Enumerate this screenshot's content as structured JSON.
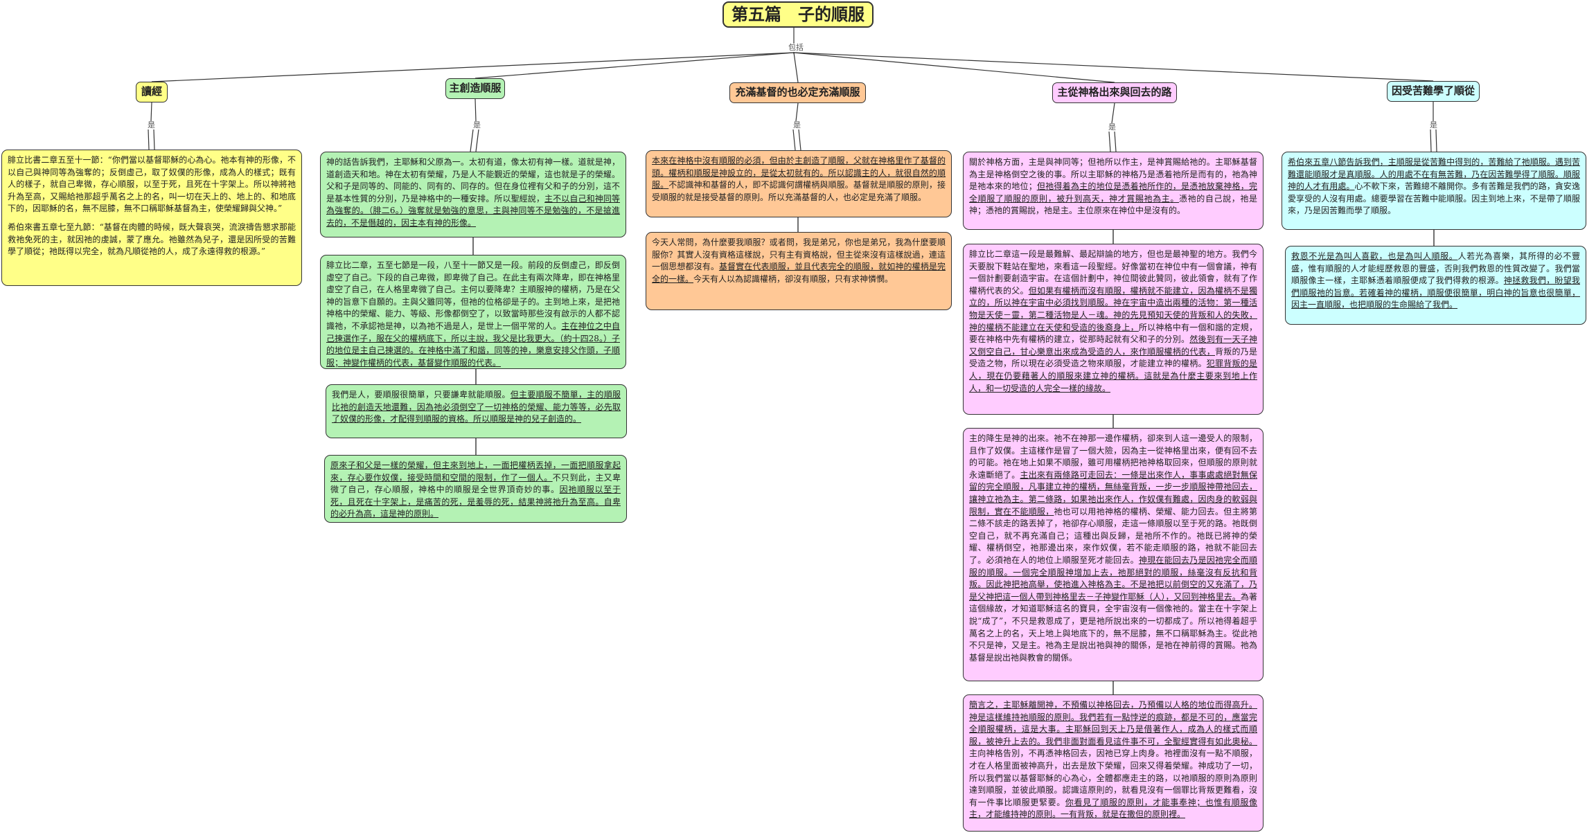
{
  "root": {
    "title": "第五篇　子的順服"
  },
  "edge_labels": {
    "includes": "包括",
    "is": "是"
  },
  "branches": [
    {
      "title": "讀經",
      "color": "#ffff88",
      "notes": [
        {
          "paragraphs": [
            [
              {
                "t": "腓立比書二章五至十一節：“你們當以基督耶穌的心為心。祂本有神的形像，不以自己與神同等為強奪的；反倒虛己，取了奴僕的形像，成為人的樣式；既有人的樣子，就自己卑微，存心順服，以至于死，且死在十字架上。所以神將祂升為至高，又賜給祂那超乎萬名之上的名，叫一切在天上的、地上的、和地底下的，因耶穌的名，無不屈膝，無不口稱耶穌基督為主，使榮耀歸與父神。”",
                "u": false
              }
            ],
            [
              {
                "t": "希伯來書五章七至九節：“基督在肉體的時候，既大聲哀哭，流淚禱告懇求那能救祂免死的主，就因祂的虔誠，蒙了應允。祂雖然為兒子，還是因所受的苦難學了順從；祂既得以完全，就為凡順從祂的人，成了永遠得救的根源。”",
                "u": false
              }
            ]
          ]
        }
      ]
    },
    {
      "title": "主創造順服",
      "color": "#b4f2b4",
      "notes": [
        {
          "paragraphs": [
            [
              {
                "t": "神的話告訴我們，主耶穌和父原為一。太初有道，像太初有神一樣。道就是神，道創造天和地。神在太初有榮耀，乃是人不能覲近的榮耀，這也就是子的榮耀。父和子是同等的、同能的、同有的、同存的。但在身位裡有父和子的分別，這不是基本性質的分別，乃是神格中的一種安排。所以聖經說，",
                "u": false
              },
              {
                "t": "主不以自己和神同等為強奪的。（腓二6。）強奪就是勉強的意思，主與神同等不是勉強的，不是搶進去的，不是僭越的，因主本有神的形像。",
                "u": true
              }
            ]
          ]
        },
        {
          "paragraphs": [
            [
              {
                "t": "腓立比二章，五至七節是一段，八至十一節又是一段。前段的反倒虛己，即反倒虛空了自己。下段的自己卑微，即卑微了自己。在此主有兩次降卑，即在神格里虛空了自己，在人格里卑微了自己。主何以要降卑？主順服神的權柄，乃是在父神的旨意下自願的。主與父雖同等，但祂的位格卻是子的。主到地上來，是把祂神格中的榮耀、能力、等級、形像都倒空了，以致當時那些沒有啟示的人都不認識祂，不承認祂是神，以為祂不過是人，是世上一個平常的人。",
                "u": false
              },
              {
                "t": "主在神位之中自己揀選作子，服在父的權柄底下，所以主說，我父是比我更大。（約十四28。）子的地位是主自己揀選的。在神格中滿了和諧，同等的神，樂意安排父作頭，子順服；神變作權柄的代表，基督變作順服的代表。",
                "u": true
              }
            ]
          ]
        },
        {
          "paragraphs": [
            [
              {
                "t": "我們是人，要順服很簡單，只要謙卑就能順服。",
                "u": false
              },
              {
                "t": "但主要順服不簡單，主的順服比祂的創造天地還難，因為祂必須倒空了一切神格的榮耀、能力等等，必先取了奴僕的形像，才配得到順服的資格。所以順服是神的兒子創造的。",
                "u": true
              }
            ]
          ]
        },
        {
          "paragraphs": [
            [
              {
                "t": "原來子和父是一樣的榮耀，但主來到地上，一面把權柄丟掉，一面把順服拿起來，存心要作奴僕，接受時間和空間的限制，作了一個人。",
                "u": true
              },
              {
                "t": "不只到此，主又卑微了自己，存心順服，神格中的順服是全世界頂奇妙的事。",
                "u": false
              },
              {
                "t": "因祂順服以至于死，且死在十字架上，是痛苦的死，是羞辱的死，結果神將祂升為至高。自卑的必升為高，這是神的原則。",
                "u": true
              }
            ]
          ]
        }
      ]
    },
    {
      "title": "充滿基督的也必定充滿順服",
      "color": "#ffc896",
      "notes": [
        {
          "paragraphs": [
            [
              {
                "t": "本來在神格中沒有順服的必須，但由於主創造了順服，父就在神格里作了基督的頭。權柄和順服是神設立的，是從太初就有的。所以認識主的人，就很自然的順服。",
                "u": true
              },
              {
                "t": "不認識神和基督的人，即不認識何謂權柄與順服。基督就是順服的原則，接受順服的就是接受基督的原則。所以充滿基督的人，也必定是充滿了順服。",
                "u": false
              }
            ]
          ]
        },
        {
          "paragraphs": [
            [
              {
                "t": "今天人常問，為什麼要我順服？或者問，我是弟兄，你也是弟兄，我為什麼要順服你？其實人沒有資格這樣說，只有主有資格說，但主從來沒有這樣說過，連這一個思想都沒有。",
                "u": false
              },
              {
                "t": "基督實在代表順服，並且代表完全的順服，就如神的權柄是完全的一樣。",
                "u": true
              },
              {
                "t": "今天有人以為認識權柄，卻沒有順服，只有求神憐憫。",
                "u": false
              }
            ]
          ]
        }
      ]
    },
    {
      "title": "主從神格出來與回去的路",
      "color": "#ffccff",
      "notes": [
        {
          "paragraphs": [
            [
              {
                "t": "關於神格方面，主是與神同等；但祂所以作主，是神賞賜給祂的。主耶穌基督為主是神格倒空之後的事。所以主耶穌的神格乃是憑着祂所是而有的，祂為神是祂本來的地位；",
                "u": false
              },
              {
                "t": "但祂得着為主的地位是憑着祂所作的，是憑祂放棄神格，完全順服了順服的原則，被升到高天，神才賞賜祂為主。",
                "u": true
              },
              {
                "t": "憑祂的自己說，祂是神；憑祂的賞賜說，祂是主。主位原來在神位中是沒有的。",
                "u": false
              }
            ]
          ]
        },
        {
          "paragraphs": [
            [
              {
                "t": "腓立比二章這一段是最難解、最起辯論的地方，但也是最神聖的地方。我們今天要脫下鞋站在聖地，來看這一段聖經。好像當初在神位中有一個會議，神有一個計劃要創造宇宙。在這個計劃中，神位間彼此贊同，彼此領會，就有了作權柄代表的父。",
                "u": false
              },
              {
                "t": "但如果有權柄而沒有順服，權柄就不能建立，因為權柄不是獨立的，所以神在宇宙中必須找到順服。神在宇宙中造出兩種的活物：第一種活物是天使－靈，第二種活物是人－魂。神的先見預知天使的背叛和人的失敗，神的權柄不能建立在天使和受造的後裔身上，",
                "u": true
              },
              {
                "t": "所以神格中有一個和諧的定規，要在神格中先有權柄的建立，從那時起就有父和子的分別。",
                "u": false
              },
              {
                "t": "然後到有一天子神又倒空自己，甘心樂意出來成為受造的人，來作順服權柄的代表，",
                "u": true
              },
              {
                "t": "背叛的乃是受造之物，所以現在必須受造之物來順服，才能建立神的權柄。",
                "u": false
              },
              {
                "t": "犯罪背叛的是人，現在仍要藉著人的順服來建立神的權柄。這就是為什麼主要來到地上作人，和一切受造的人完全一樣的緣故。",
                "u": true
              }
            ]
          ]
        },
        {
          "paragraphs": [
            [
              {
                "t": "主的降生是神的出來。祂不在神那一邊作權柄，卻來到人這一邊受人的限制，且作了奴僕。主這樣作是冒了一個大險，因為主一從神格里出來，便有回不去的可能。祂在地上如果不順服，雖可用權柄把祂神格取回來，但順服的原則就永遠斷絕了。",
                "u": false
              },
              {
                "t": "主出來有兩條路可走回去：一條是出來作人，事事處處絕對無保留的完全順服，凡事建立神的權柄，無絲毫背叛，一步一步順服神帶祂回去，讓神立祂為主。第二條路，如果祂出來作人，作奴僕有難處，因肉身的軟弱與限制，實在不能順服，",
                "u": true
              },
              {
                "t": "祂也可以用祂神格的權柄、榮耀、能力回去。但主將第二條不該走的路丟掉了，祂卻存心順服，走這一條順服以至于死的路。祂既倒空自己，就不再充滿自己；這種出與反歸，是祂所不作的。祂既已將神的榮耀、權柄倒空，祂那邊出來，來作奴僕，若不能走順服的路，祂就不能回去了。必須祂在人的地位上順服至死才能回去。",
                "u": false
              },
              {
                "t": "神現在能回去乃是因祂完全而順服的順服。一個完全順服神增加上去，祂那絕對的順服，絲毫沒有反抗和背叛。因此神把祂高舉，使祂進入神格為主。不是祂把以前倒空的又充滿了，乃是父神把這一個人帶到神格里去－子神變作耶穌（人），又回到神格里去。",
                "u": true
              },
              {
                "t": "為著這個緣故，才知道耶穌這名的寶貝，全宇宙沒有一個像祂的。當主在十字架上說“成了”，不只是救恩成了，更是祂所說出來的一切都成了。所以祂得着超乎萬名之上的名，天上地上與地底下的，無不屈膝，無不口稱耶穌為主。從此祂不只是神，又是主。祂為主是說出祂與神的關係，是祂在神前得的賞賜。祂為基督是說出祂與教會的關係。",
                "u": false
              }
            ]
          ]
        },
        {
          "paragraphs": [
            [
              {
                "t": "簡言之，主耶穌離開神，不預備以神格回去，乃預備以人格的地位而得高升。神是這樣維持祂順服的原則。我們若有一點悖逆的痕跡，都是不可的，應當完全順服權柄，這是大事。主耶穌回到天上乃是借著作人，成為人的樣式而順服，被神升上去的。我們非面對面看見這件事不可，全聖經實得有如此奧秘。",
                "u": true
              },
              {
                "t": "主向神格告別，不再憑神格回去，因祂已穿上肉身。祂裡面沒有一點不順服，才在人格里面被神高升，出去是放下榮耀，回來又得着榮耀。神成功了一切，所以我們當以基督耶穌的心為心，全體都應走主的路，以祂順服的原則為原則達到順服，並彼此順服。認識這原則的，就看見沒有一個罪比背叛更難看，沒有一件事比順服更緊要。",
                "u": false
              },
              {
                "t": "你看見了順服的原則，才能事奉神；也惟有順服像主，才能維持神的原則。一有背叛，就是在撒但的原則裡。",
                "u": true
              }
            ]
          ]
        }
      ]
    },
    {
      "title": "因受苦難學了順從",
      "color": "#ccffff",
      "notes": [
        {
          "paragraphs": [
            [
              {
                "t": "希伯來五章八節告訴我們，主順服是從苦難中得到的，苦難給了祂順服。遇到苦難還能順服才是真順服。人的用處不在有無苦難，乃在因苦難學得了順服。順服神的人才有用處。",
                "u": true
              },
              {
                "t": "心不軟下來，苦難總不離開你。多有苦難是我們的路，貪安逸愛享受的人沒有用處。總要學習在苦難中能順服。因主到地上來，不是帶了順服來，乃是因苦難而學了順服。",
                "u": false
              }
            ]
          ]
        },
        {
          "paragraphs": [
            [
              {
                "t": "救恩不光是為叫人喜歡，也是為叫人順服。",
                "u": true
              },
              {
                "t": "人若光為喜樂，其所得的必不豐盛，惟有順服的人才能經歷救恩的豐盛，否則我們救恩的性質改變了。我們當順服像主一樣，主耶穌憑着順服便成了我們得救的根源。",
                "u": false
              },
              {
                "t": "神拯救我們，盼望我們順服祂的旨意。若確着神的權柄，順服便很簡單，明白神的旨意也很簡單，因主一直順服，也把順服的生命賜給了我們。",
                "u": true
              }
            ]
          ]
        }
      ]
    }
  ]
}
